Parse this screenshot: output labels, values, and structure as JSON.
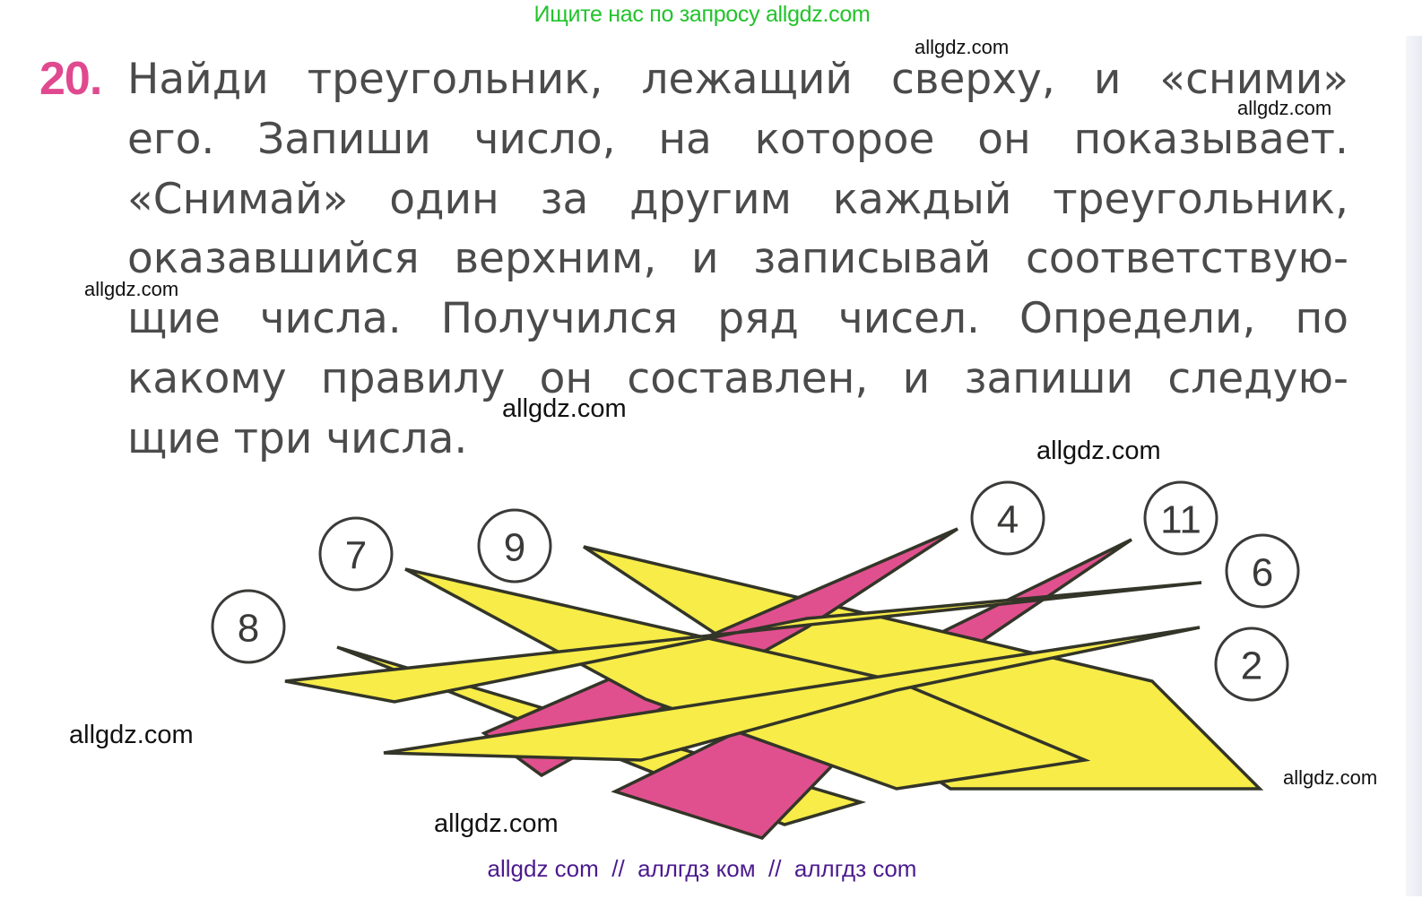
{
  "banner": "Ищите нас по запросу allgdz.com",
  "task": {
    "number": "20.",
    "lines": [
      "Найди треугольник, лежащий сверху, и «сними»",
      "его. Запиши число, на которое он показывает.",
      "«Снимай» один за другим каждый треугольник,",
      "оказавшийся верхним, и записывай соответствую-",
      "щие числа. Получился ряд чисел. Определи, по",
      "какому правилу он составлен, и запиши следую-",
      "щие три числа."
    ]
  },
  "diagram": {
    "labels": [
      "8",
      "7",
      "9",
      "4",
      "11",
      "6",
      "2"
    ],
    "colors": {
      "yellow": "#f7ec48",
      "pink": "#e0508e",
      "outline": "#333528"
    }
  },
  "watermarks": [
    "allgdz.com",
    "allgdz.com",
    "allgdz.com",
    "allgdz.com",
    "allgdz.com",
    "allgdz.com",
    "allgdz.com",
    "allgdz.com"
  ],
  "footer": "allgdz com  //  аллгдз ком  //  аллгдз com",
  "colors": {
    "banner": "#22c32b",
    "task_number": "#e0498f",
    "body_text": "#4a4b4a",
    "footer": "#4b1a8e"
  }
}
